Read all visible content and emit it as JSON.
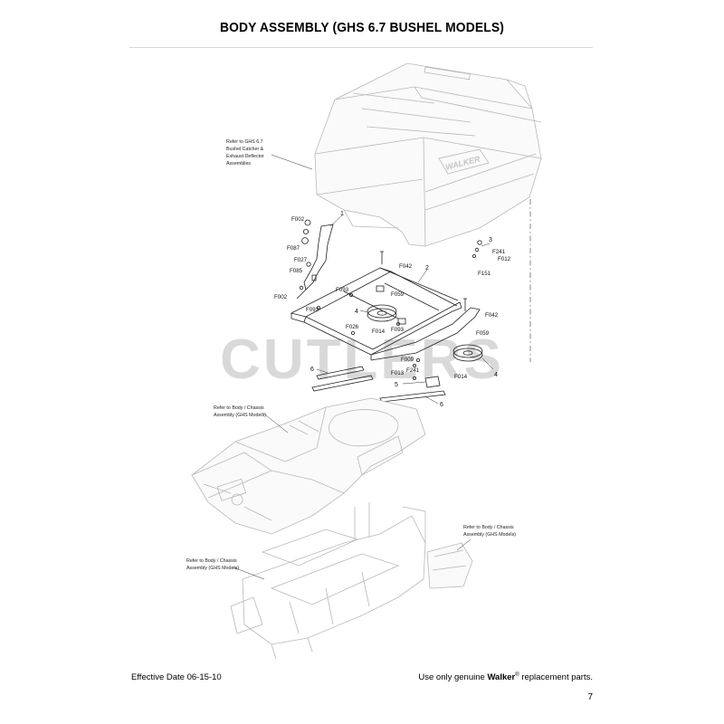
{
  "page": {
    "title": "BODY ASSEMBLY (GHS 6.7 BUSHEL MODELS)",
    "effective_date": "Effective Date 06-15-10",
    "footer_prefix": "Use only genuine",
    "footer_brand": "Walker",
    "footer_mark": "®",
    "footer_suffix": "replacement parts.",
    "page_number": "7"
  },
  "watermark": "CUTLERS",
  "notes": {
    "catcher_l1": "Refer to GHS 6.7",
    "catcher_l2": "Bushel Catcher &",
    "catcher_l3": "Exhaust Deflector",
    "catcher_l4": "Assemblies",
    "body_l1": "Refer to Body / Chassis",
    "body_l2": "Assembly (GHS Models)",
    "right_l1": "Refer to Body / Chassis",
    "right_l2": "Assembly (GHS Models)",
    "chassis_l1": "Refer to Body / Chassis",
    "chassis_l2": "Assembly (GHS Models)"
  },
  "callouts": {
    "n1": "1",
    "n2": "2",
    "n3": "3",
    "n4a": "4",
    "n4b": "4",
    "n5": "5",
    "n6a": "6",
    "n6b": "6",
    "f002a": "F002",
    "f087": "F087",
    "f027": "F027",
    "f085": "F085",
    "f002b": "F002",
    "f042a": "F042",
    "f093a": "F093",
    "f059a": "F059",
    "f093b": "F093",
    "f026": "F026",
    "f014a": "F014",
    "f093c": "F093",
    "f042b": "F042",
    "f059b": "F059",
    "f009": "F009",
    "f013": "F013",
    "f241a": "F241",
    "f014b": "F014",
    "f241b": "F241",
    "f012": "F012",
    "f151": "F151"
  },
  "logo_text": "WALKER"
}
